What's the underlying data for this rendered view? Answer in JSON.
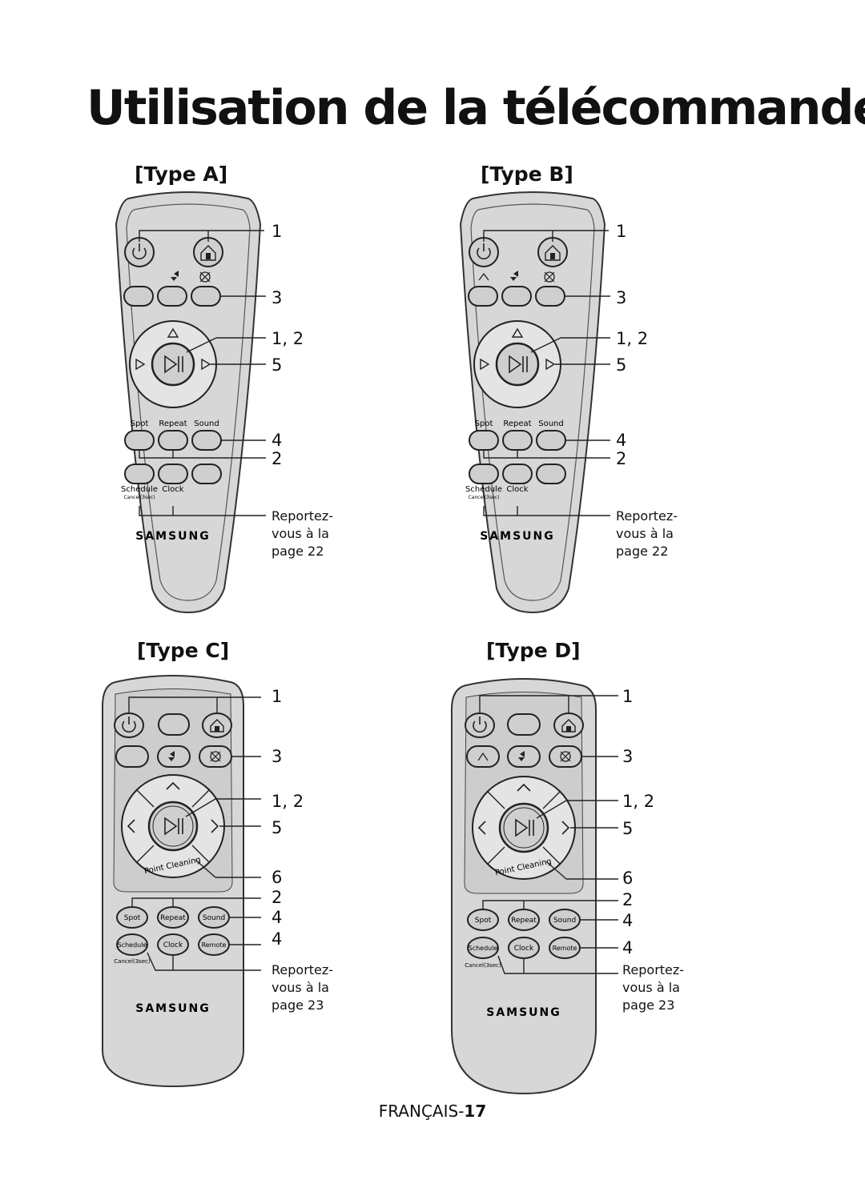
{
  "page": {
    "title": "Utilisation de la télécommande",
    "footer_language": "FRANÇAIS-",
    "footer_page_number": "17"
  },
  "remotes": {
    "a": {
      "label": "[Type A]",
      "callouts": [
        "1",
        "3",
        "1, 2",
        "5",
        "4",
        "2"
      ],
      "ref": [
        "Reportez-",
        "vous à la",
        "page 22"
      ],
      "buttons": [
        "Spot",
        "Repeat",
        "Sound",
        "Schedule",
        "Clock"
      ],
      "cancel_text": "Cancel(3sec)",
      "brand": "SAMSUNG"
    },
    "b": {
      "label": "[Type B]",
      "callouts": [
        "1",
        "3",
        "1, 2",
        "5",
        "4",
        "2"
      ],
      "ref": [
        "Reportez-",
        "vous à la",
        "page 22"
      ],
      "buttons": [
        "Spot",
        "Repeat",
        "Sound",
        "Schedule",
        "Clock"
      ],
      "cancel_text": "Cancel(3sec)",
      "brand": "SAMSUNG"
    },
    "c": {
      "label": "[Type C]",
      "callouts": [
        "1",
        "3",
        "1, 2",
        "5",
        "6",
        "2",
        "4",
        "4"
      ],
      "ref": [
        "Reportez-",
        "vous à la",
        "page 23"
      ],
      "buttons": [
        "Spot",
        "Repeat",
        "Sound",
        "Schedule",
        "Clock",
        "Remote"
      ],
      "point_cleaning": "Point Cleaning",
      "cancel_text": "Cancel(3sec)",
      "brand": "SAMSUNG"
    },
    "d": {
      "label": "[Type D]",
      "callouts": [
        "1",
        "3",
        "1, 2",
        "5",
        "6",
        "2",
        "4",
        "4"
      ],
      "ref": [
        "Reportez-",
        "vous à la",
        "page 23"
      ],
      "buttons": [
        "Spot",
        "Repeat",
        "Sound",
        "Schedule",
        "Clock",
        "Remote"
      ],
      "point_cleaning": "Point Cleaning",
      "cancel_text": "Cancel(3sec)",
      "brand": "SAMSUNG"
    }
  },
  "icons": [
    "power-icon",
    "home-charge-icon",
    "fan-icon",
    "play-pause-icon",
    "arrow-up-icon",
    "arrow-left-icon",
    "arrow-right-icon"
  ]
}
